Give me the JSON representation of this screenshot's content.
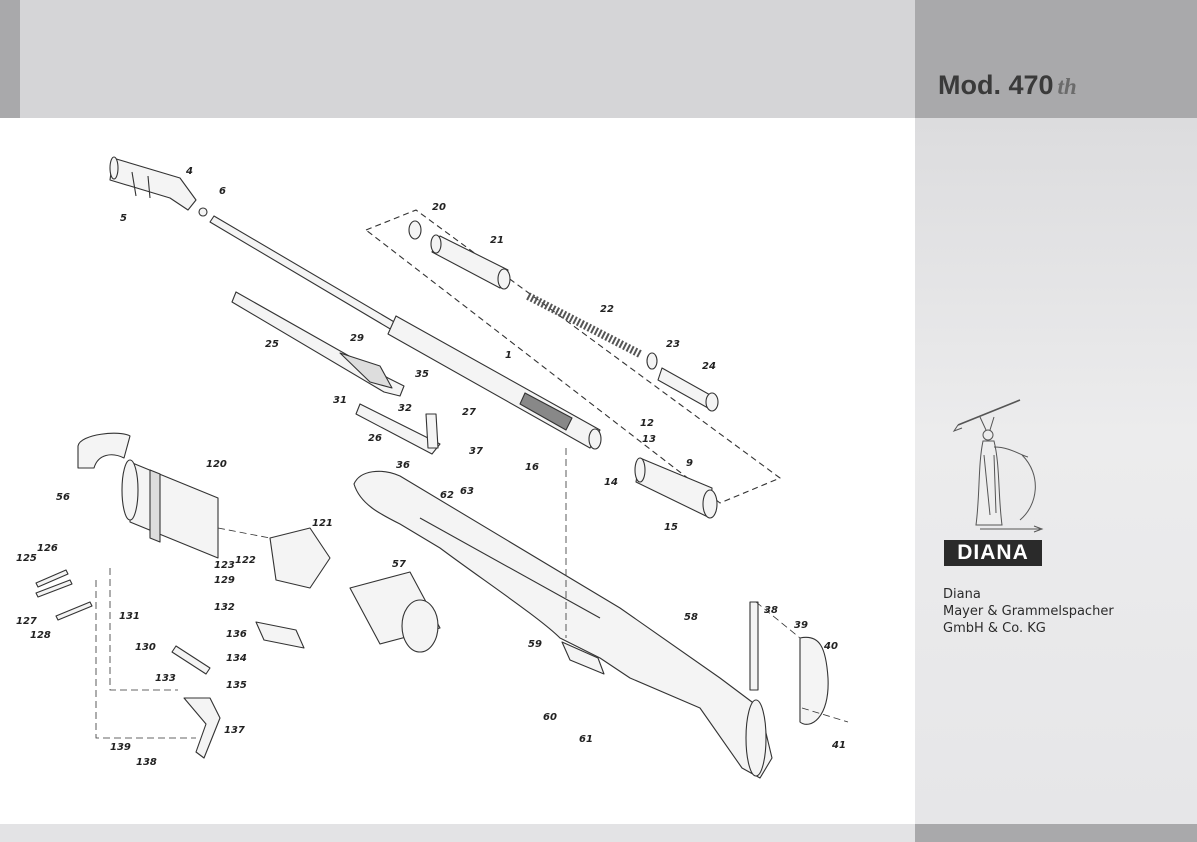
{
  "header": {
    "model_label": "Mod. 470",
    "model_suffix": "th"
  },
  "brand": {
    "logo_text": "DIANA",
    "company_lines": [
      "Diana",
      "Mayer & Grammelspacher",
      "GmbH & Co. KG"
    ]
  },
  "parts": [
    "1",
    "4",
    "5",
    "6",
    "9",
    "12",
    "13",
    "14",
    "15",
    "16",
    "20",
    "21",
    "22",
    "23",
    "24",
    "25",
    "26",
    "27",
    "29",
    "31",
    "32",
    "35",
    "36",
    "37",
    "38",
    "39",
    "40",
    "41",
    "56",
    "57",
    "58",
    "59",
    "60",
    "61",
    "62",
    "63",
    "120",
    "121",
    "122",
    "123",
    "125",
    "126",
    "127",
    "128",
    "129",
    "130",
    "131",
    "132",
    "133",
    "134",
    "135",
    "136",
    "137",
    "138",
    "139"
  ],
  "colors": {
    "header_band": "#d5d5d7",
    "header_dark": "#a9a9ab",
    "side_panel": "#e6e6e8",
    "ink": "#222222"
  }
}
